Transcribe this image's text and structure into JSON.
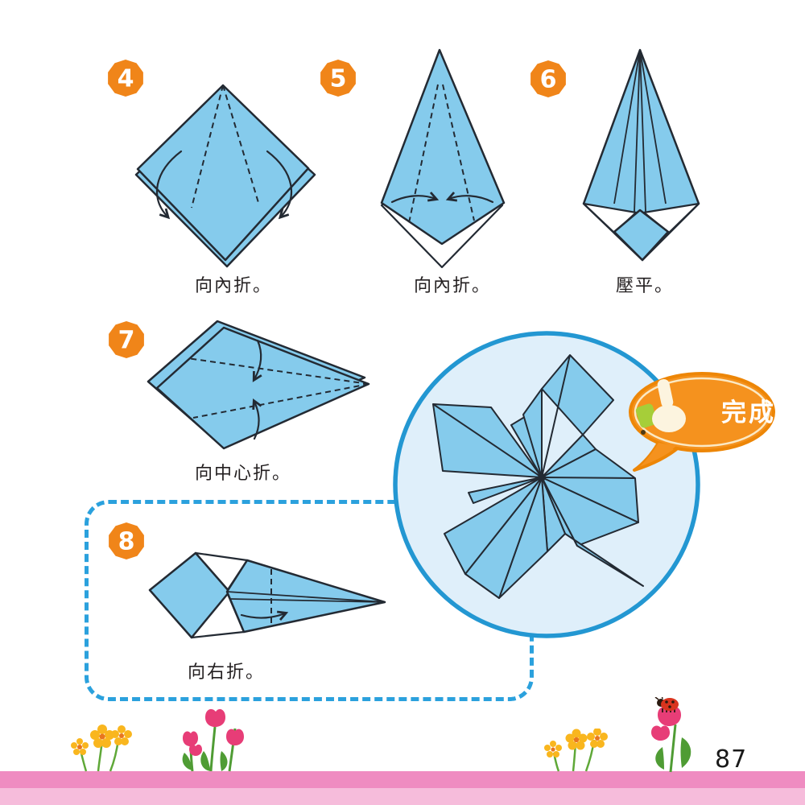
{
  "page": {
    "number": "87"
  },
  "steps": [
    {
      "number": "4",
      "caption": "向內折。"
    },
    {
      "number": "5",
      "caption": "向內折。"
    },
    {
      "number": "6",
      "caption": "壓平。"
    },
    {
      "number": "7",
      "caption": "向中心折。"
    },
    {
      "number": "8",
      "caption": "向右折。"
    }
  ],
  "result": {
    "bubble_text": "完成!",
    "icon": "thumbs-up-icon"
  },
  "decorations": {
    "footer_flowers": [
      "yellow-flowers-left",
      "tulips-left",
      "yellow-flowers-right",
      "tulip-with-ladybug"
    ],
    "ladybug": "ladybug-icon"
  },
  "colors": {
    "paper_blue": "#85cbec",
    "outline": "#232a33",
    "badge_orange": "#f08519",
    "bubble_orange": "#f5921e",
    "circle_fill": "#dfeffa",
    "circle_stroke": "#2397d2",
    "highlight_dash_blue": "#2ba1dd",
    "footer_pink_dark": "#ef8cc1",
    "footer_pink_light": "#f6bcdb"
  }
}
